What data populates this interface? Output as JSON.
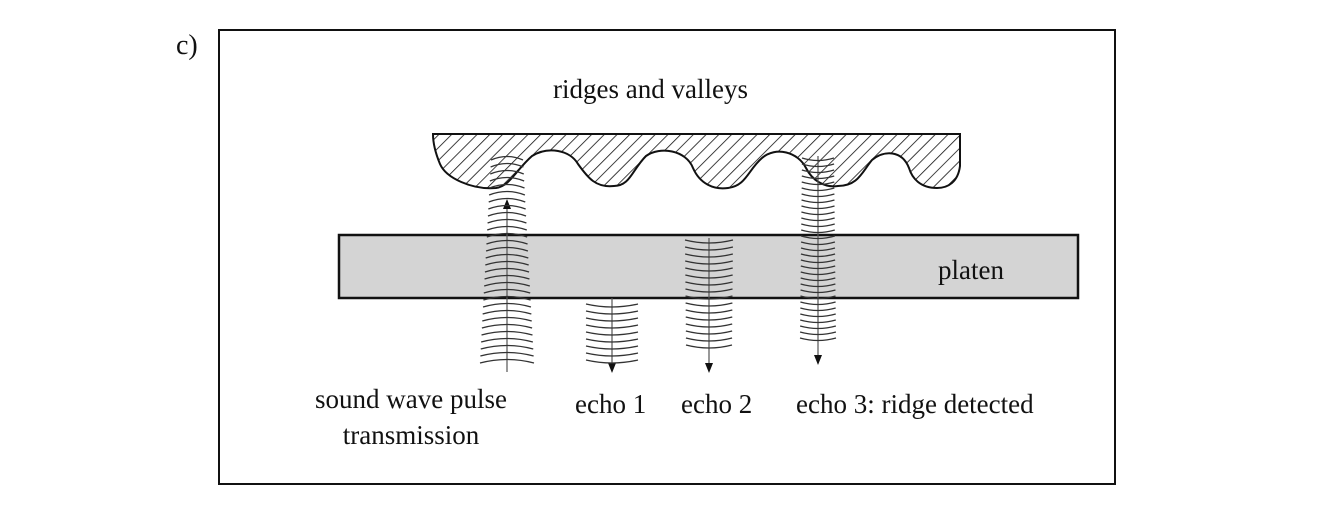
{
  "panel_label": "c)",
  "labels": {
    "ridges": "ridges and valleys",
    "platen": "platen",
    "pulse_line1": "sound wave pulse",
    "pulse_line2": "transmission",
    "echo1": "echo 1",
    "echo2": "echo 2",
    "echo3": "echo 3: ridge detected"
  },
  "colors": {
    "platen_fill": "#d4d4d4",
    "stroke": "#111111"
  }
}
